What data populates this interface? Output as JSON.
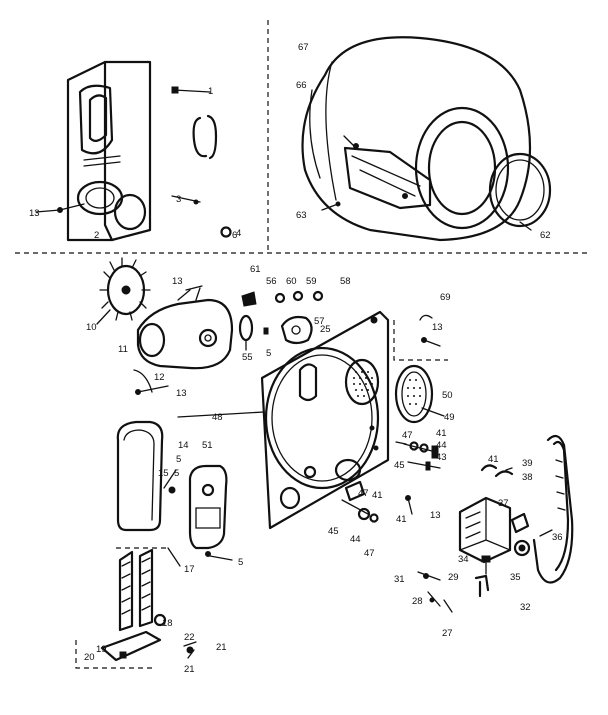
{
  "diagram": {
    "callouts": [
      "1",
      "2",
      "3",
      "4",
      "5",
      "5",
      "5",
      "5",
      "6",
      "10",
      "11",
      "12",
      "13",
      "13",
      "13",
      "13",
      "13",
      "14",
      "15",
      "17",
      "18",
      "19",
      "20",
      "21",
      "21",
      "22",
      "25",
      "27",
      "28",
      "29",
      "31",
      "32",
      "34",
      "35",
      "36",
      "37",
      "38",
      "39",
      "41",
      "41",
      "41",
      "41",
      "43",
      "44",
      "44",
      "45",
      "45",
      "47",
      "47",
      "47",
      "48",
      "49",
      "50",
      "51",
      "55",
      "56",
      "57",
      "58",
      "59",
      "60",
      "61",
      "62",
      "63",
      "66",
      "67",
      "69"
    ]
  }
}
